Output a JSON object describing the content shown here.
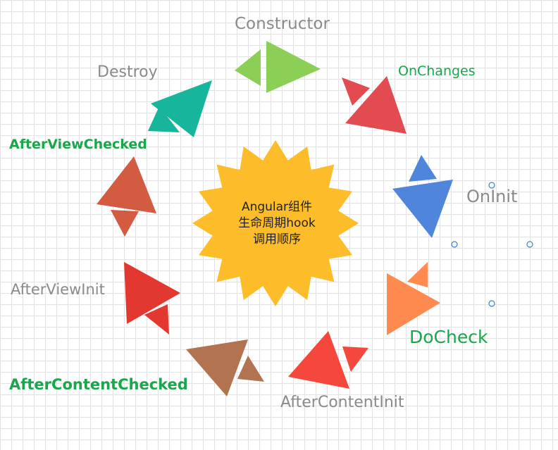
{
  "center": {
    "lines": [
      "Angular组件",
      "生命周期hook",
      "调用顺序"
    ],
    "color": "#fdbd2a"
  },
  "steps": [
    {
      "label": "Constructor",
      "color": "#8bcf57",
      "label_color": "#8a8a8a"
    },
    {
      "label": "OnChanges",
      "color": "#e24b50",
      "label_color": "#1aa64a"
    },
    {
      "label": "OnInit",
      "color": "#4f86db",
      "label_color": "#8a8a8a"
    },
    {
      "label": "DoCheck",
      "color": "#ff8a50",
      "label_color": "#1aa64a"
    },
    {
      "label": "AfterContentInit",
      "color": "#f5473b",
      "label_color": "#8a8a8a"
    },
    {
      "label": "AfterContentChecked",
      "color": "#b27350",
      "label_color": "#1aa64a"
    },
    {
      "label": "AfterViewInit",
      "color": "#e2382f",
      "label_color": "#8a8a8a"
    },
    {
      "label": "AfterViewChecked",
      "color": "#d25b42",
      "label_color": "#1aa64a"
    },
    {
      "label": "Destroy",
      "color": "#17b59b",
      "label_color": "#8a8a8a"
    }
  ]
}
